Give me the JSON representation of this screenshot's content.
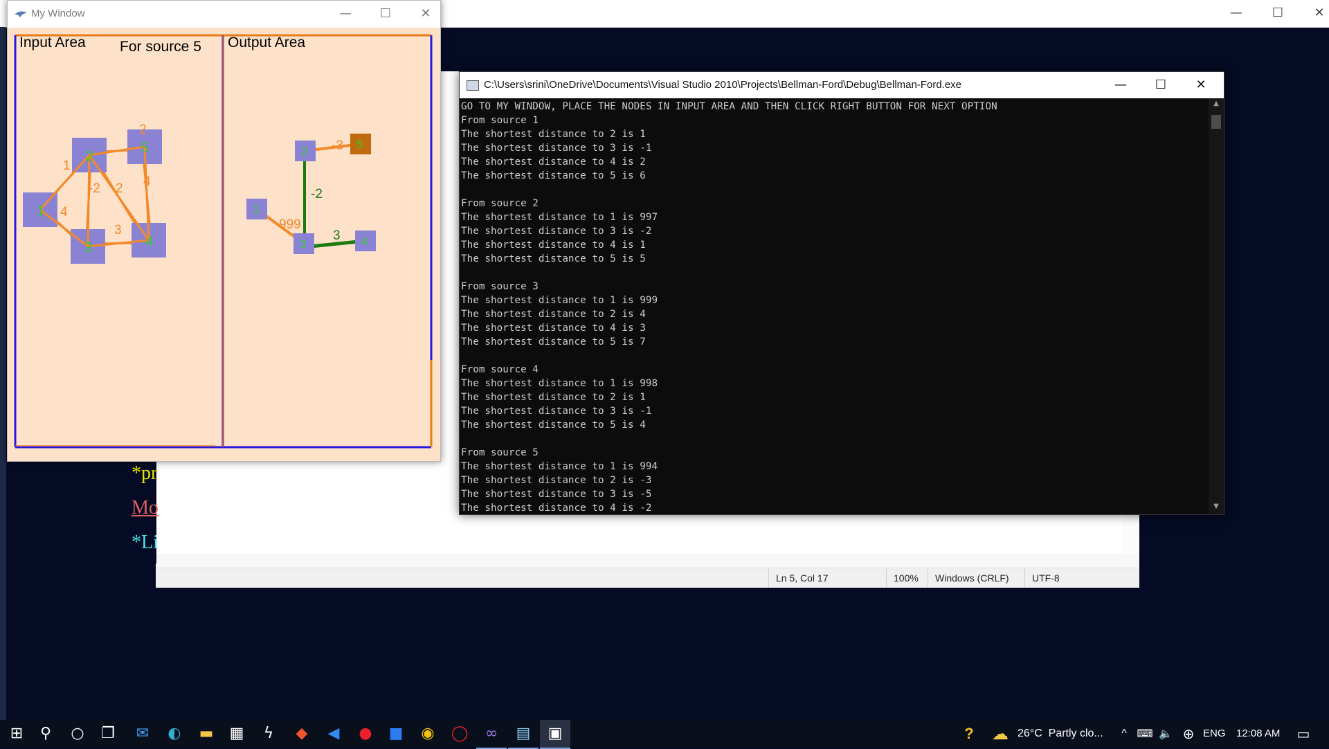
{
  "background_window": {
    "minimize": "—",
    "maximize": "☐",
    "close": "✕"
  },
  "notepad": {
    "lines": [
      {
        "text": "*pr",
        "color": "#e6e600"
      },
      {
        "text": "Mo",
        "color": "#e06060"
      },
      {
        "text": "*Li",
        "color": "#40e0e0"
      }
    ],
    "status": {
      "position": "Ln 5, Col 17",
      "zoom": "100%",
      "line_ending": "Windows (CRLF)",
      "encoding": "UTF-8"
    }
  },
  "my_window": {
    "title": "My Window",
    "minimize": "—",
    "maximize": "☐",
    "close": "✕",
    "input_label": "Input Area",
    "source_label": "For source 5",
    "output_label": "Output Area",
    "input_graph": {
      "nodes": [
        {
          "id": "1",
          "label": "1"
        },
        {
          "id": "2",
          "label": "2"
        },
        {
          "id": "3",
          "label": "3"
        },
        {
          "id": "4",
          "label": "4"
        },
        {
          "id": "5",
          "label": "5"
        }
      ],
      "edge_weights": [
        "1",
        "4",
        "-2",
        "2",
        "4",
        "3",
        "2"
      ]
    },
    "output_graph": {
      "nodes": [
        {
          "id": "1",
          "label": "1"
        },
        {
          "id": "2",
          "label": "2"
        },
        {
          "id": "3",
          "label": "3"
        },
        {
          "id": "4",
          "label": "4"
        },
        {
          "id": "5",
          "label": "5"
        }
      ],
      "edge_weights": [
        "999",
        "-2",
        "3",
        "-3"
      ],
      "source_node": "5"
    },
    "colors": {
      "background": "#fde1c9",
      "node": "#8a83d4",
      "source_node": "#c06a0e",
      "input_edge": "#f28a2a",
      "path_edge": "#1c7a10",
      "node_label": "#37c837",
      "border_blue": "#2818e0",
      "border_orange": "#e87a18"
    }
  },
  "console": {
    "title": "C:\\Users\\srini\\OneDrive\\Documents\\Visual Studio 2010\\Projects\\Bellman-Ford\\Debug\\Bellman-Ford.exe",
    "minimize": "—",
    "maximize": "☐",
    "close": "✕",
    "scroll_up": "▲",
    "scroll_down": "▼",
    "lines": [
      "GO TO MY WINDOW, PLACE THE NODES IN INPUT AREA AND THEN CLICK RIGHT BUTTON FOR NEXT OPTION",
      "From source 1",
      "The shortest distance to 2 is 1",
      "The shortest distance to 3 is -1",
      "The shortest distance to 4 is 2",
      "The shortest distance to 5 is 6",
      "",
      "From source 2",
      "The shortest distance to 1 is 997",
      "The shortest distance to 3 is -2",
      "The shortest distance to 4 is 1",
      "The shortest distance to 5 is 5",
      "",
      "From source 3",
      "The shortest distance to 1 is 999",
      "The shortest distance to 2 is 4",
      "The shortest distance to 4 is 3",
      "The shortest distance to 5 is 7",
      "",
      "From source 4",
      "The shortest distance to 1 is 998",
      "The shortest distance to 2 is 1",
      "The shortest distance to 3 is -1",
      "The shortest distance to 5 is 4",
      "",
      "From source 5",
      "The shortest distance to 1 is 994",
      "The shortest distance to 2 is -3",
      "The shortest distance to 3 is -5",
      "The shortest distance to 4 is -2"
    ]
  },
  "taskbar": {
    "apps": [
      {
        "name": "start-icon",
        "glyph": "⊞",
        "color": "#ffffff"
      },
      {
        "name": "search-icon",
        "glyph": "⚲",
        "color": "#ffffff"
      },
      {
        "name": "cortana-icon",
        "glyph": "○",
        "color": "#ffffff"
      },
      {
        "name": "task-view-icon",
        "glyph": "❐",
        "color": "#ffffff"
      },
      {
        "name": "mail-icon",
        "glyph": "✉",
        "color": "#3f9bf0"
      },
      {
        "name": "edge-icon",
        "glyph": "◐",
        "color": "#2fb0d0"
      },
      {
        "name": "file-explorer-icon",
        "glyph": "▬",
        "color": "#f2c74a"
      },
      {
        "name": "store-icon",
        "glyph": "▦",
        "color": "#ffffff"
      },
      {
        "name": "winamp-icon",
        "glyph": "ϟ",
        "color": "#ffffff"
      },
      {
        "name": "brave-icon",
        "glyph": "◆",
        "color": "#f0552a"
      },
      {
        "name": "vscode-icon",
        "glyph": "◀",
        "color": "#2f8cf0"
      },
      {
        "name": "opera-icon",
        "glyph": "●",
        "color": "#e8212c"
      },
      {
        "name": "app-icon",
        "glyph": "■",
        "color": "#2a7cf0"
      },
      {
        "name": "chrome-icon",
        "glyph": "◉",
        "color": "#f4c20d"
      },
      {
        "name": "opera-gx-icon",
        "glyph": "◯",
        "color": "#e8212c"
      },
      {
        "name": "visual-studio-icon",
        "glyph": "∞",
        "color": "#9a7ae0"
      },
      {
        "name": "notepad-icon",
        "glyph": "▤",
        "color": "#8ac8f0"
      },
      {
        "name": "console-icon",
        "glyph": "▣",
        "color": "#ffffff"
      }
    ],
    "help": "?",
    "weather_icon": "☁",
    "weather": "26°C  Partly clo...",
    "chevron": "^",
    "network": "⌨",
    "volume": "🔈",
    "language_icon": "⊕",
    "language": "ENG",
    "time": "12:08 AM",
    "notifications": "▭"
  }
}
